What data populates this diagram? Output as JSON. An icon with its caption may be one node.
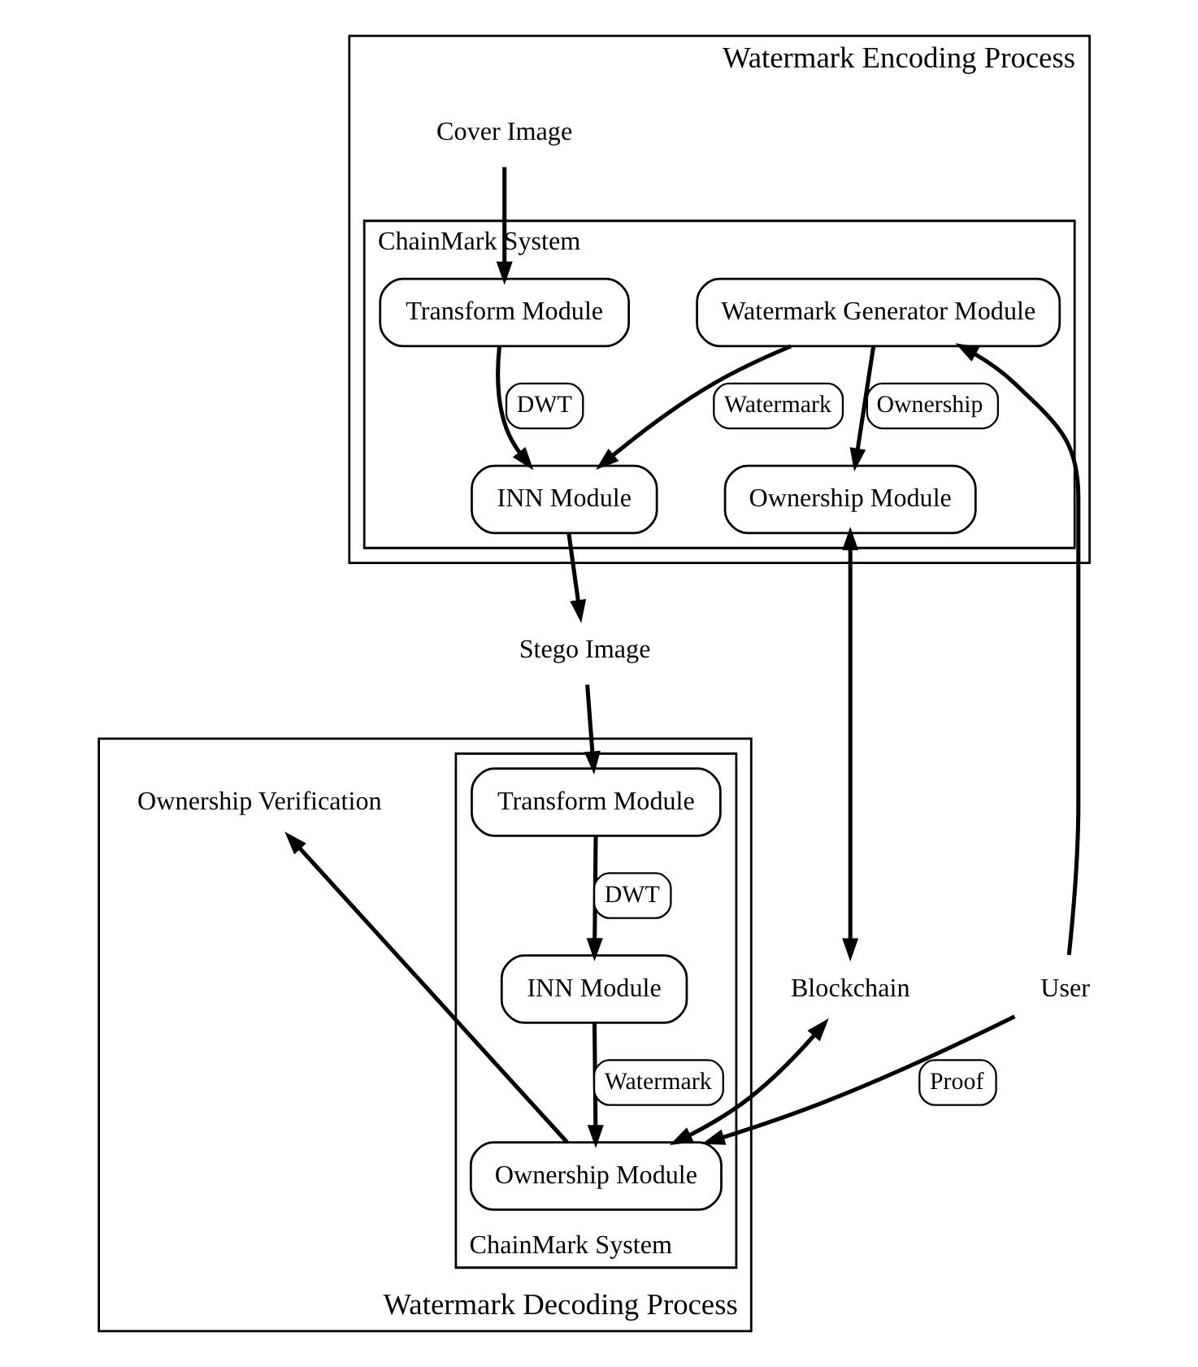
{
  "diagram": {
    "nodes": [
      {
        "text": [
          "Watermark Encoding Process"
        ]
      },
      {
        "text": [
          "ChainMark System"
        ],
        "in": 0
      },
      {
        "text": [
          "Cover Image"
        ],
        "in": 0
      },
      {
        "text": [
          "Transform Module"
        ],
        "in": 1
      },
      {
        "text": [
          "INN Module"
        ],
        "in": 1
      },
      {
        "text": [
          "Watermark Generator Module"
        ],
        "in": 1
      },
      {
        "text": [
          "Ownership Module"
        ],
        "in": 1
      },
      {
        "text": [
          "Stego Image"
        ]
      },
      {
        "text": [
          "User"
        ]
      },
      {
        "text": [
          "Blockchain"
        ]
      },
      {
        "text": [
          "Watermark Decoding Process"
        ]
      },
      {
        "text": [
          "ChainMark System"
        ],
        "in": 10
      },
      {
        "text": [
          "Transform Module"
        ],
        "in": 11
      },
      {
        "text": [
          "INN Module"
        ],
        "in": 11
      },
      {
        "text": [
          "Ownership Module"
        ],
        "in": 11
      },
      {
        "text": [
          "Ownership Verification"
        ],
        "in": 10
      }
    ],
    "edges": [
      {
        "from": 2,
        "to": 3,
        "arrow": "to"
      },
      {
        "from": 3,
        "to": 4,
        "arrow": "to",
        "label": "DWT"
      },
      {
        "from": 5,
        "to": 4,
        "arrow": "to",
        "label": "Watermark"
      },
      {
        "from": 5,
        "to": 6,
        "arrow": "to",
        "label": "Ownership"
      },
      {
        "from": 4,
        "to": 7,
        "arrow": "to"
      },
      {
        "from": 8,
        "to": 5,
        "arrow": "to"
      },
      {
        "from": 6,
        "to": 9,
        "arrow": "both"
      },
      {
        "from": 7,
        "to": 12,
        "arrow": "to"
      },
      {
        "from": 12,
        "to": 13,
        "arrow": "to",
        "label": "DWT"
      },
      {
        "from": 13,
        "to": 14,
        "arrow": "to",
        "label": "Watermark"
      },
      {
        "from": 8,
        "to": 14,
        "arrow": "to",
        "label": "Proof"
      },
      {
        "from": 9,
        "to": 14,
        "arrow": "both"
      },
      {
        "from": 14,
        "to": 15,
        "arrow": "to"
      }
    ]
  }
}
